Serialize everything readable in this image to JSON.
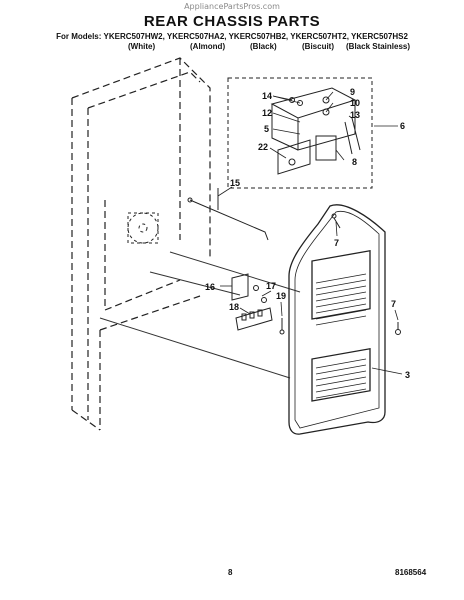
{
  "watermark": "AppliancePartsPros.com",
  "title": "REAR CHASSIS PARTS",
  "models_line": "For Models: YKERC507HW2, YKERC507HA2, YKERC507HB2, YKERC507HT2, YKERC507HS2",
  "color_labels": [
    "(White)",
    "(Almond)",
    "(Black)",
    "(Biscuit)",
    "(Black Stainless)"
  ],
  "callouts": [
    "14",
    "9",
    "10",
    "12",
    "13",
    "5",
    "6",
    "22",
    "8",
    "15",
    "7",
    "16",
    "17",
    "19",
    "18",
    "7",
    "3"
  ],
  "footer": {
    "page": "8",
    "doc_number": "8168564"
  }
}
